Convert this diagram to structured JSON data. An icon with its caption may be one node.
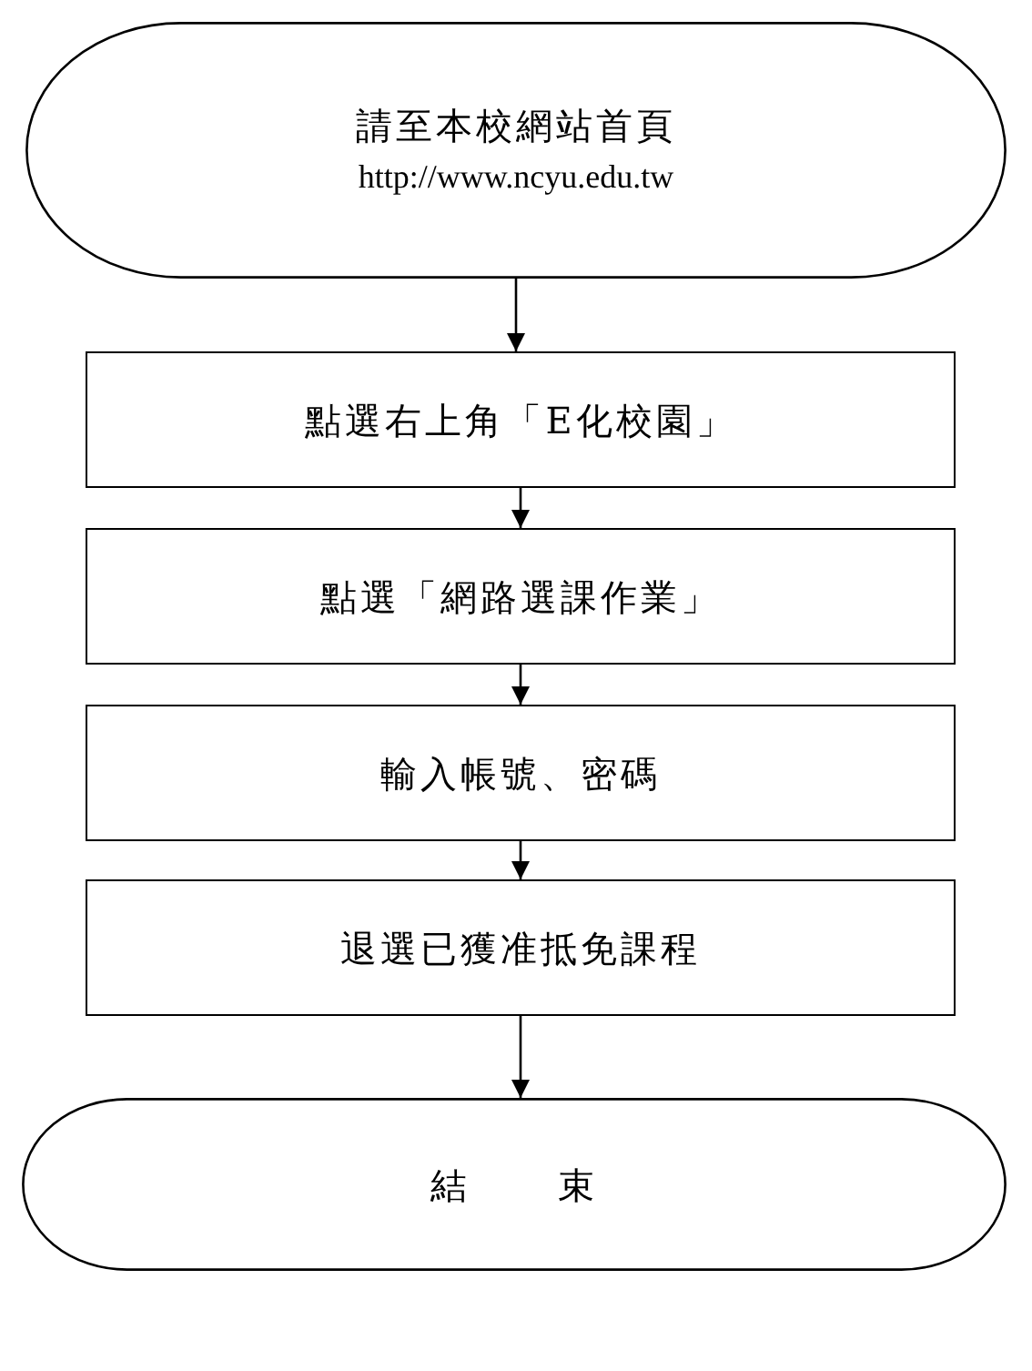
{
  "diagram": {
    "nodes": [
      {
        "text": [
          "請至本校網站首頁",
          "http://www.ncyu.edu.tw"
        ]
      },
      {
        "text": [
          "點選右上角「E化校園」"
        ]
      },
      {
        "text": [
          "點選「網路選課作業」"
        ]
      },
      {
        "text": [
          "輸入帳號、密碼"
        ]
      },
      {
        "text": [
          "退選已獲准抵免課程"
        ]
      },
      {
        "text": [
          "結 束"
        ]
      }
    ],
    "edges": [
      {
        "from": 0,
        "to": 1,
        "arrow": "to"
      },
      {
        "from": 1,
        "to": 2,
        "arrow": "to"
      },
      {
        "from": 2,
        "to": 3,
        "arrow": "to"
      },
      {
        "from": 3,
        "to": 4,
        "arrow": "to"
      },
      {
        "from": 4,
        "to": 5,
        "arrow": "to"
      }
    ]
  }
}
